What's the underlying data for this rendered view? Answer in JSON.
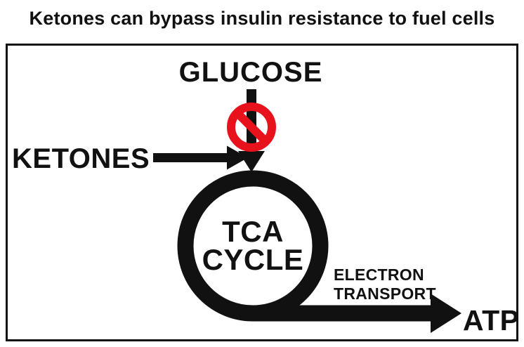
{
  "title": "Ketones can bypass insulin resistance to fuel cells",
  "diagram": {
    "glucose": "GLUCOSE",
    "ketones": "KETONES",
    "tca_line1": "TCA",
    "tca_line2": "CYCLE",
    "electron_line1": "ELECTRON",
    "electron_line2": "TRANSPORT",
    "atp": "ATP"
  },
  "icons": {
    "blocked": "prohibition-icon"
  },
  "colors": {
    "ink": "#111111",
    "red": "#e8121c",
    "bg": "#ffffff"
  }
}
